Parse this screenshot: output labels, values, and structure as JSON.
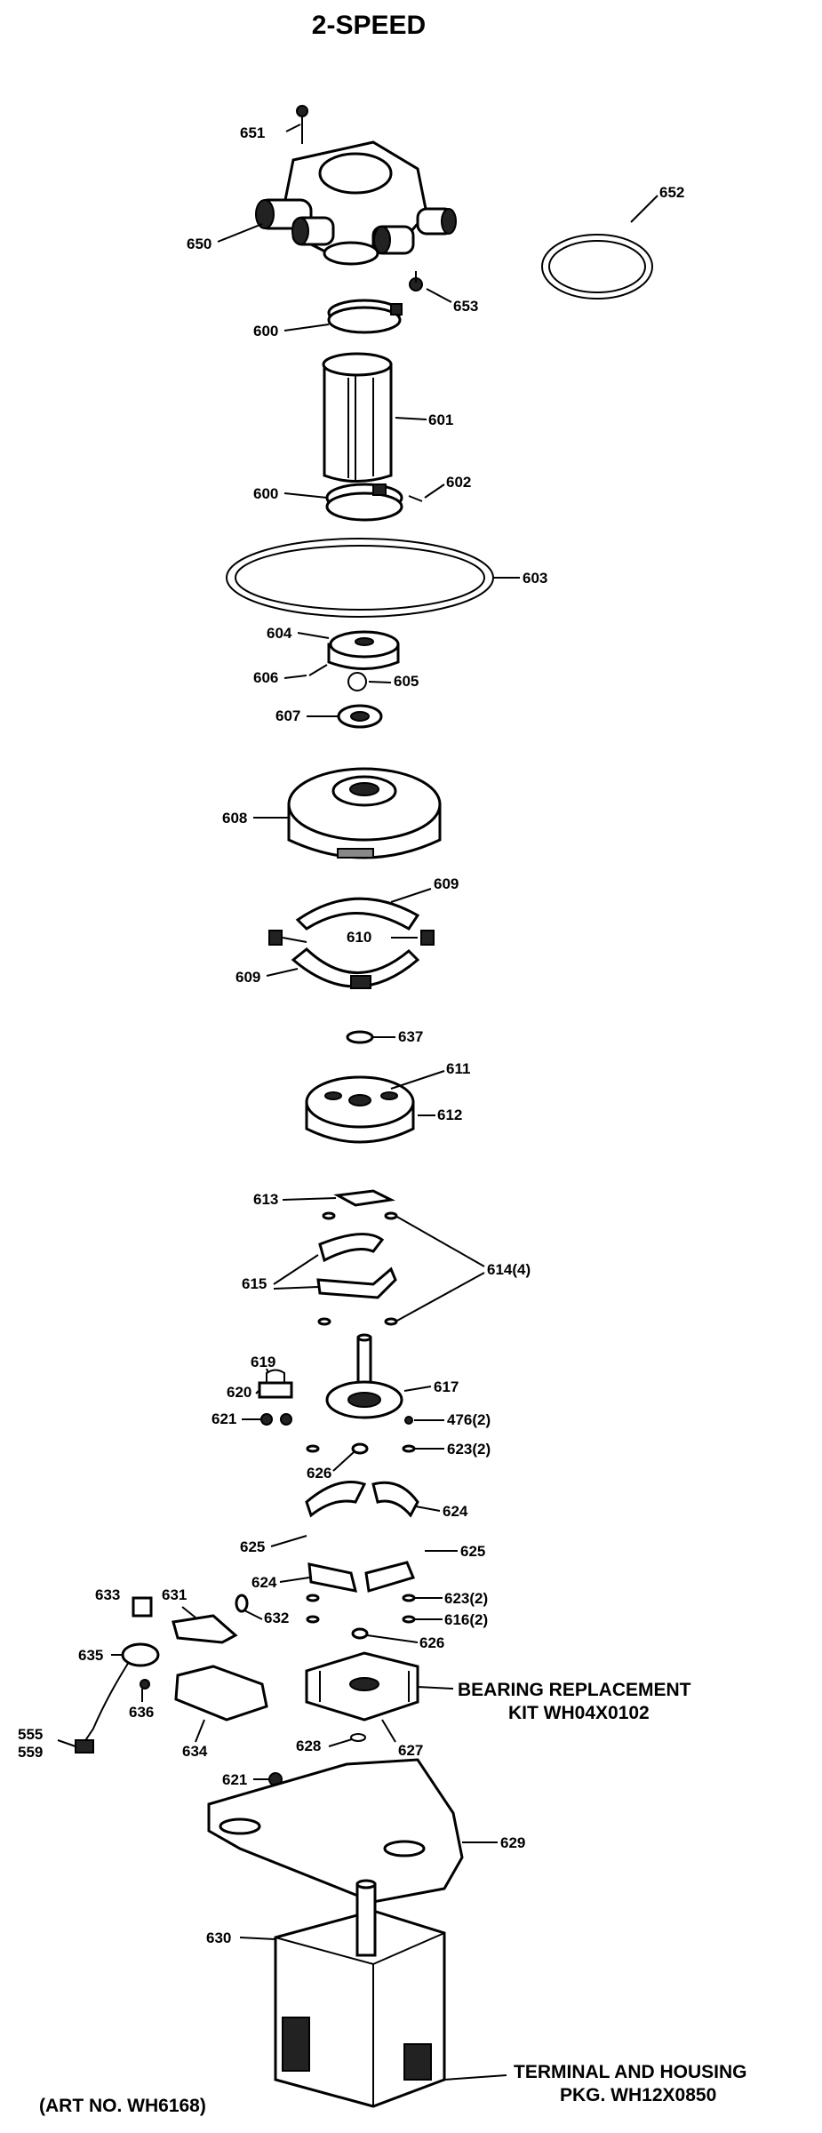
{
  "title": "2-SPEED",
  "art_number": "(ART NO. WH6168)",
  "callouts": {
    "c651": "651",
    "c650": "650",
    "c652": "652",
    "c653": "653",
    "c600a": "600",
    "c601": "601",
    "c602": "602",
    "c600b": "600",
    "c603": "603",
    "c604": "604",
    "c606": "606",
    "c605": "605",
    "c607": "607",
    "c608": "608",
    "c609a": "609",
    "c610": "610",
    "c609b": "609",
    "c637": "637",
    "c611": "611",
    "c612": "612",
    "c613": "613",
    "c614": "614(4)",
    "c615": "615",
    "c619": "619",
    "c620": "620",
    "c617": "617",
    "c621a": "621",
    "c476": "476(2)",
    "c623a": "623(2)",
    "c626a": "626",
    "c624a": "624",
    "c625a": "625",
    "c625b": "625",
    "c624b": "624",
    "c633": "633",
    "c631": "631",
    "c632": "632",
    "c623b": "623(2)",
    "c616": "616(2)",
    "c626b": "626",
    "c635": "635",
    "c636": "636",
    "c634": "634",
    "c555": "555",
    "c559": "559",
    "c628": "628",
    "c627": "627",
    "c621b": "621",
    "c629": "629",
    "c630": "630"
  },
  "kits": {
    "bearing_line1": "BEARING REPLACEMENT",
    "bearing_line2": "KIT WH04X0102",
    "terminal_line1": "TERMINAL AND HOUSING",
    "terminal_line2": "PKG. WH12X0850"
  }
}
